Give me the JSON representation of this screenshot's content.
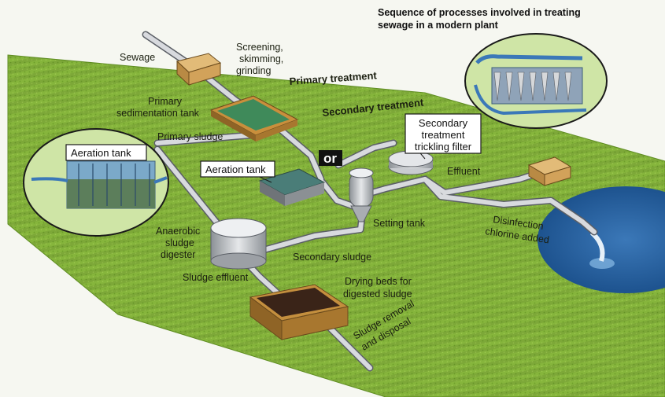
{
  "title": {
    "line1": "Sequence of processes involved in treating",
    "line2": "sewage in a modern plant"
  },
  "labels": {
    "sewage": "Sewage",
    "screening_1": "Screening,",
    "screening_2": "skimming,",
    "screening_3": "grinding",
    "primary_treatment": "Primary treatment",
    "secondary_treatment": "Secondary treatment",
    "primary_sed_1": "Primary",
    "primary_sed_2": "sedimentation tank",
    "primary_sludge": "Primary sludge",
    "effluent": "Effluent",
    "setting_tank": "Setting tank",
    "disinfection_1": "Disinfection",
    "disinfection_2": "chlorine added",
    "anaerobic_1": "Anaerobic",
    "anaerobic_2": "sludge",
    "anaerobic_3": "digester",
    "secondary_sludge": "Secondary sludge",
    "sludge_effluent": "Sludge effluent",
    "drying_1": "Drying beds for",
    "drying_2": "digested sludge",
    "removal_1": "Sludge removal",
    "removal_2": "and disposal"
  },
  "boxes": {
    "aeration_inset": "Aeration tank",
    "aeration_tank": "Aeration tank",
    "or": "or",
    "trickling_1": "Secondary",
    "trickling_2": "treatment",
    "trickling_3": "trickling filter"
  },
  "colors": {
    "background": "#f6f7f1",
    "field": "#86b53c",
    "field_dark": "#5f8d22",
    "pipe": "#d8dade",
    "pipe_edge": "#5b5f66",
    "water": "#1f5a9a",
    "sludge_bed": "#3a2418",
    "screening_box": "#d2a25a",
    "label_box_fill": "#ffffff"
  }
}
